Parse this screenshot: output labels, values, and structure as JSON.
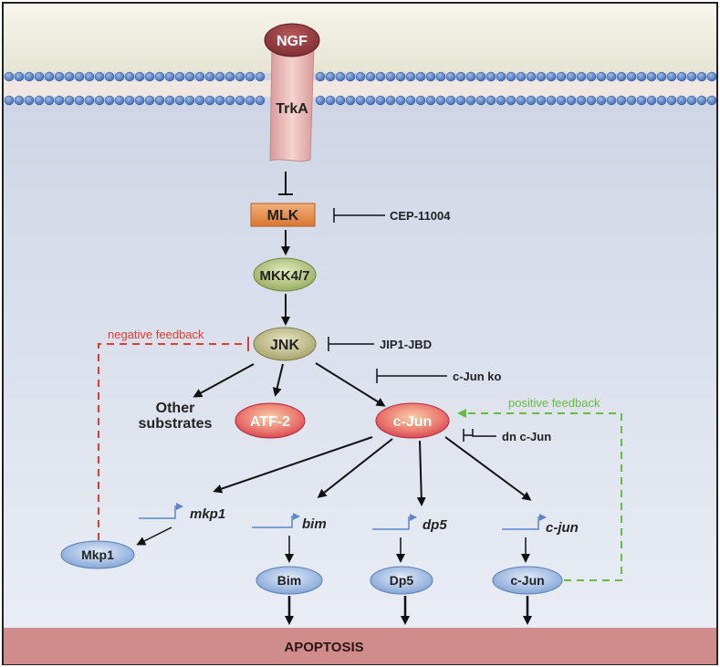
{
  "ligand": "NGF",
  "receptor": "TrkA",
  "mlk": "MLK",
  "mlk_inhibitor": "CEP-11004",
  "mkk": "MKK4/7",
  "jnk": "JNK",
  "jnk_inhibitor": "JIP1-JBD",
  "cjun_ko": "c-Jun ko",
  "other_line1": "Other",
  "other_line2": "substrates",
  "atf2": "ATF-2",
  "cjun": "c-Jun",
  "dn_cjun": "dn c-Jun",
  "negative_feedback": "negative feedback",
  "positive_feedback": "positive feedback",
  "genes": {
    "mkp1": "mkp1",
    "bim": "bim",
    "dp5": "dp5",
    "cjun": "c-jun"
  },
  "proteins": {
    "mkp1": "Mkp1",
    "bim": "Bim",
    "dp5": "Dp5",
    "cjun": "c-Jun"
  },
  "apoptosis": "APOPTOSIS",
  "colors": {
    "negative_feedback": "#e53a2e",
    "positive_feedback": "#66bb44",
    "membrane_bead": "#5b86cc",
    "cytoplasm": "#d6deec",
    "extracellular": "#efeee0",
    "apoptosis_bar": "#cf8c8a"
  }
}
